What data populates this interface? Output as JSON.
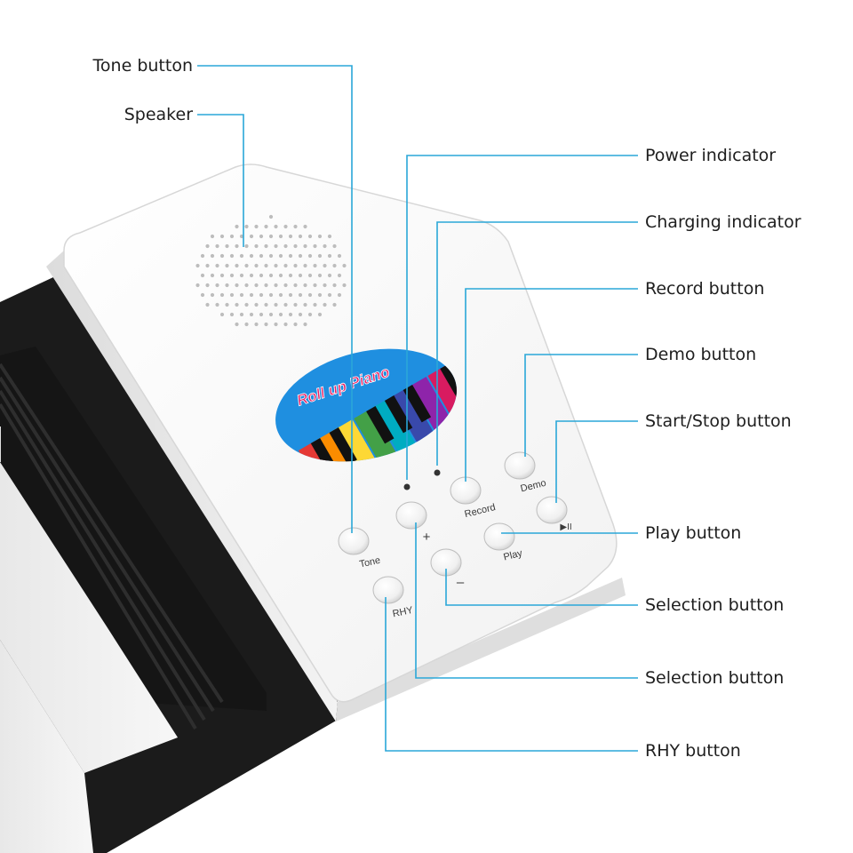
{
  "callouts": {
    "tone": "Tone button",
    "speaker": "Speaker",
    "power": "Power indicator",
    "charging": "Charging indicator",
    "record": "Record button",
    "demo": "Demo button",
    "startstop": "Start/Stop button",
    "play": "Play button",
    "selection_minus": "Selection button",
    "selection_plus": "Selection button",
    "rhy": "RHY button"
  },
  "device": {
    "logo_text": "Roll up Piano",
    "buttons": {
      "tone": "Tone",
      "rhy": "RHY",
      "plus": "+",
      "minus": "–",
      "record": "Record",
      "play": "Play",
      "demo": "Demo",
      "startstop": "▶II"
    }
  },
  "colors": {
    "leader_line": "#2aa7d8",
    "device_body": "#f4f4f4",
    "keyboard_mat": "#1b1b1b",
    "logo_background": "#1f8fe0"
  }
}
